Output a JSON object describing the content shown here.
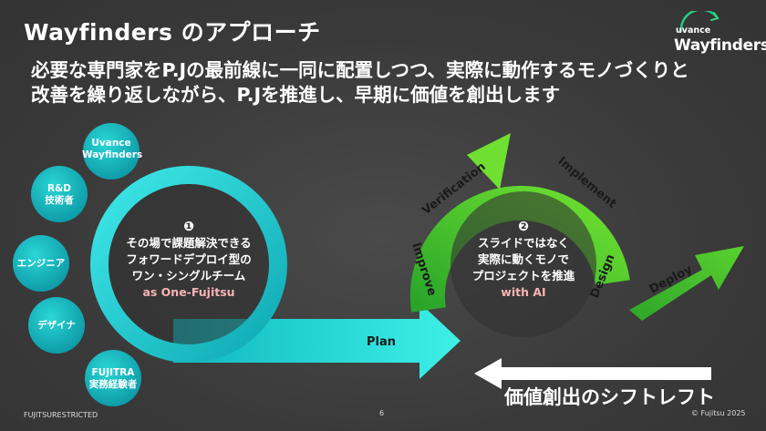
{
  "slide": {
    "title": "Wayfinders のアプローチ",
    "subtitle_line1": "必要な専門家をP.Jの最前線に一同に配置しつつ、実際に動作するモノづくりと",
    "subtitle_line2": "改善を繰り返しながら、P.Jを推進し、早期に価値を創出します",
    "logo": {
      "brand": "uvance",
      "product": "Wayfinders"
    }
  },
  "experts": [
    {
      "line1": "Uvance",
      "line2": "Wayfinders"
    },
    {
      "line1": "R&D",
      "line2": "技術者"
    },
    {
      "line1": "エンジニア",
      "line2": ""
    },
    {
      "line1": "デザイナ",
      "line2": ""
    },
    {
      "line1": "FUJITRA",
      "line2": "実務経験者"
    }
  ],
  "team_circle": {
    "number": "❶",
    "line1": "その場で課題解決できる",
    "line2": "フォワードデプロイ型の",
    "line3": "ワン・シングルチーム",
    "highlight": "as One-Fujitsu"
  },
  "cycle_circle": {
    "number": "❷",
    "line1": "スライドではなく",
    "line2": "実際に動くモノで",
    "line3": "プロジェクトを推進",
    "highlight": "with AI"
  },
  "cycle_labels": {
    "verification": "Verification",
    "implement": "Implement",
    "improve": "Improve",
    "design": "Design",
    "deploy": "Deploy",
    "plan": "Plan"
  },
  "shift_left": "価値創出のシフトレフト",
  "footer": {
    "classification": "FUJITSURESTRICTED",
    "page": "6",
    "copyright": "© Fujitsu 2025"
  },
  "colors": {
    "cyan": "#1fd6d6",
    "green": "#5cd12a",
    "highlight_pink": "#f7b4b4"
  }
}
